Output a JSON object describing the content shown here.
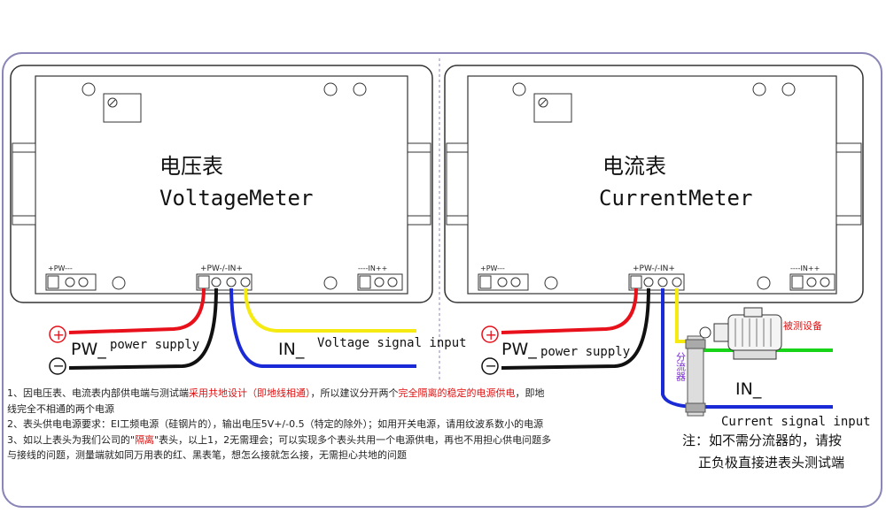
{
  "meters": [
    {
      "title_cn": "电压表",
      "title_en": "VoltageMeter"
    },
    {
      "title_cn": "电流表",
      "title_en": "CurrentMeter"
    }
  ],
  "terminals": {
    "left": "+PW---",
    "center": "+PW-/-IN+",
    "right": "----IN++"
  },
  "labels": {
    "pw": "PW_",
    "in": "IN_",
    "power_supply": "power supply",
    "voltage_signal_input": "Voltage signal input",
    "current_signal_input": "Current signal input",
    "plus_symbol": "+",
    "minus_symbol": "−",
    "shunt": "分流器",
    "device_under_test": "被测设备"
  },
  "notes": {
    "n1_a": "1、因电压表、电流表内部供电端与测试端",
    "n1_red": "采用共地设计（即地线相通）",
    "n1_b": "，所以建议分开两个",
    "n1_red2": "完全隔离的稳定的电源供电",
    "n1_c": "，即地",
    "n1_d": "线完全不相通的两个电源",
    "n2": "2、表头供电电源要求：EI工频电源（硅钢片的），输出电压5V+/-0.5（特定的除外）；如用开关电源，请用纹波系数小的电源",
    "n3_a": "3、如以上表头为我们公司的\"",
    "n3_red": "隔离",
    "n3_b": "\"表头，以上1，2无需理会；可以实现多个表头共用一个电源供电，再也不用担心供电问题多",
    "n3_c": "与接线的问题，测量端就如同万用表的红、黑表笔，想怎么接就怎么接，无需担心共地的问题"
  },
  "note_right": {
    "line1": "注：如不需分流器的，请按",
    "line2": "正负极直接进表头测试端"
  },
  "colors": {
    "red_wire": "#e8101a",
    "black_wire": "#111111",
    "blue_wire": "#1a2ad6",
    "yellow_wire": "#f5ea12",
    "green_wire": "#18d418",
    "outline": "#8a86b8"
  }
}
